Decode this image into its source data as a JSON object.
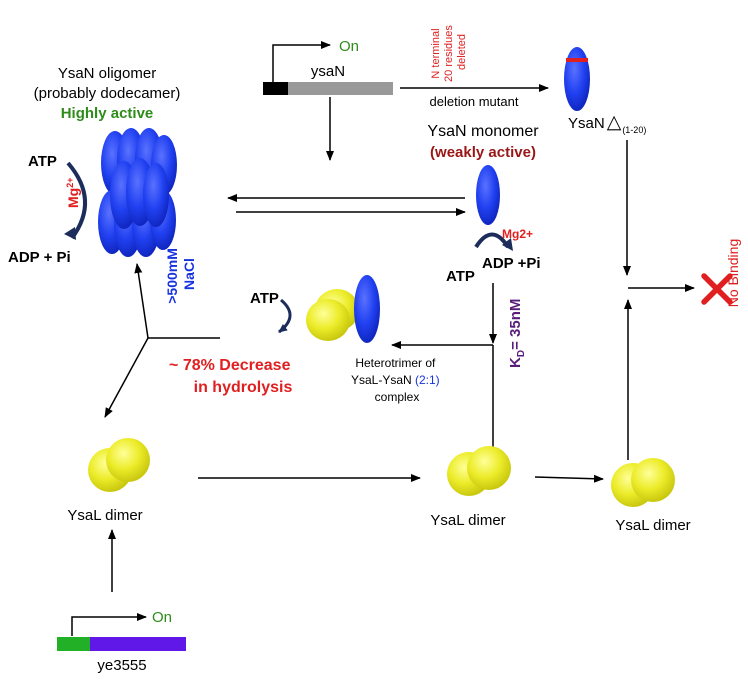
{
  "colors": {
    "blue": "#1733e0",
    "yellow": "#e4e61e",
    "green": "#2f8c1a",
    "darkred": "#9b1616",
    "red": "#e02020",
    "purple": "#5a1e7a",
    "violet": "#6018e8",
    "navy": "#1c2d5c",
    "gene_green": "#22b027",
    "gene_gray": "#999999"
  },
  "oligomer": {
    "title_line1": "YsaN oligomer",
    "title_line2": "(probably dodecamer)",
    "activity": "Highly active",
    "atp": "ATP",
    "mg": "Mg",
    "mg_sup": "2+",
    "adp": "ADP + Pi"
  },
  "ysaN_gene": {
    "on": "On",
    "name": "ysaN"
  },
  "deletion": {
    "note_line1": "N terminal",
    "note_line2": "20 residues",
    "note_line3": "deleted",
    "label": "deletion mutant",
    "mutant_name": "YsaN",
    "mutant_symbol": "△",
    "mutant_sub": "(1-20)"
  },
  "monomer": {
    "title": "YsaN monomer",
    "activity": "(weakly active)",
    "mg": "Mg2+",
    "atp": "ATP",
    "adp": "ADP +Pi"
  },
  "nacl": {
    "line1": ">500mM",
    "line2": "NaCl"
  },
  "heterotrimer": {
    "atp": "ATP",
    "decrease_line1": "~ 78% Decrease",
    "decrease_line2": "in hydrolysis",
    "desc_line1": "Heterotrimer of",
    "desc_line2_a": "YsaL-YsaN ",
    "desc_line2_b": "(2:1)",
    "desc_line3": "complex"
  },
  "kd": {
    "k": "K",
    "sub": "D",
    "value": "= 35nM"
  },
  "no_binding": "No Binding",
  "dimers": {
    "left": "YsaL dimer",
    "center": "YsaL dimer",
    "right": "YsaL dimer"
  },
  "ye_gene": {
    "on": "On",
    "name": "ye3555"
  }
}
